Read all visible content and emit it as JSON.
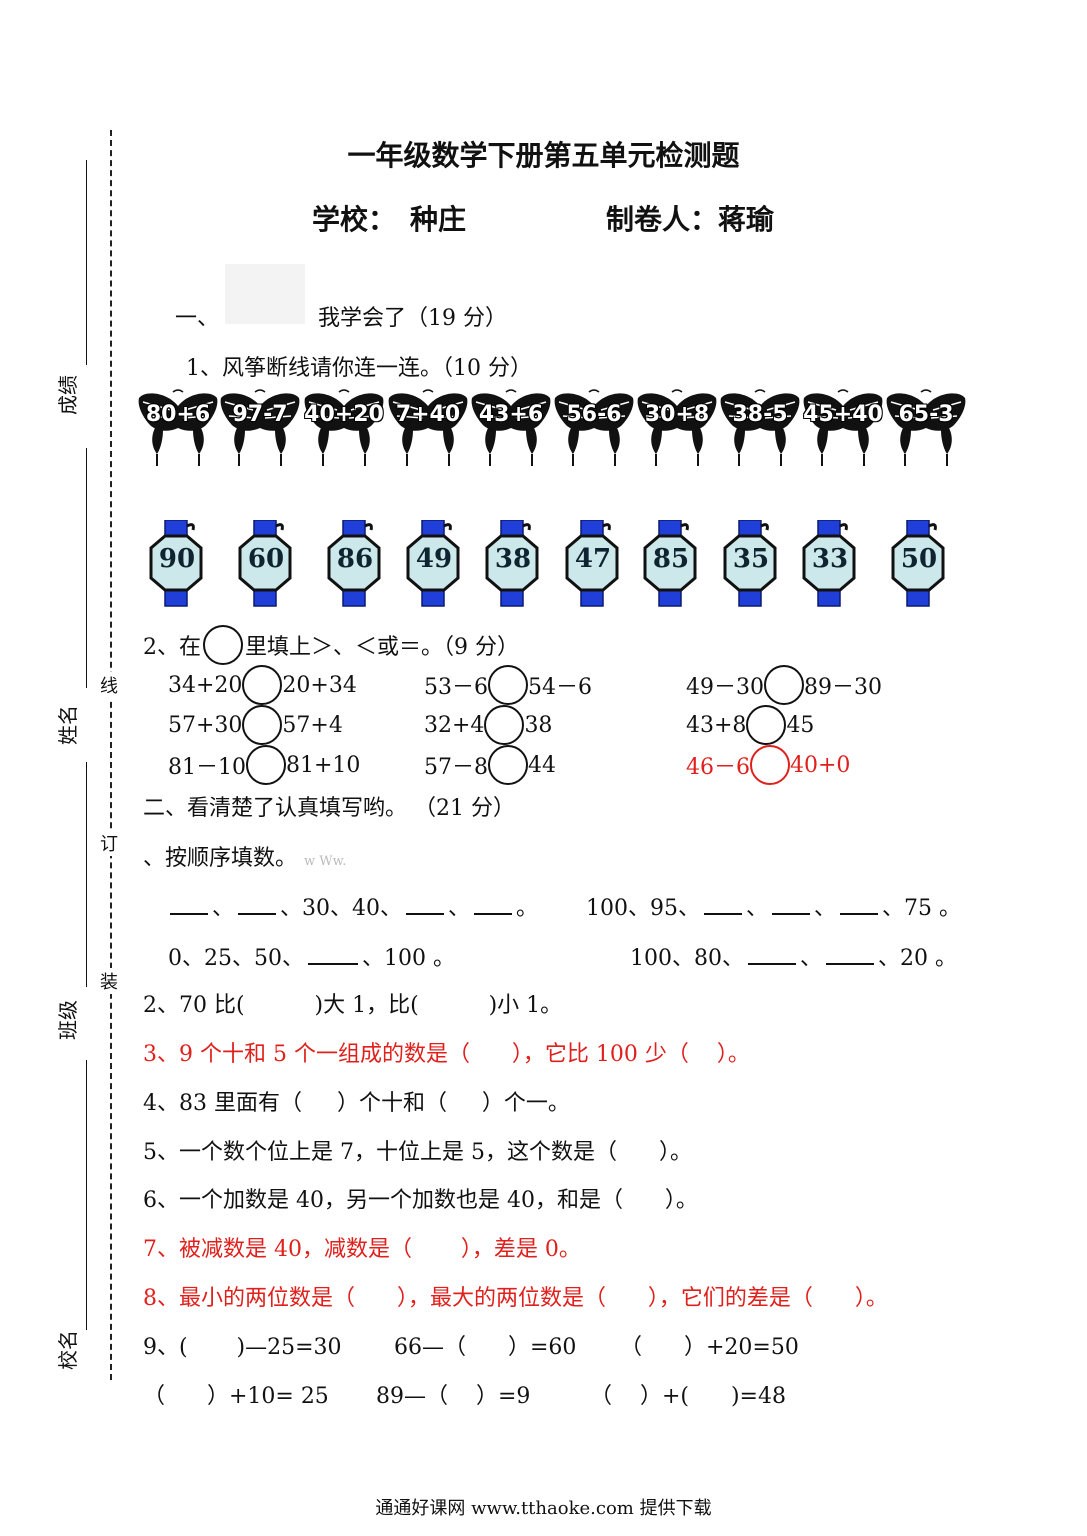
{
  "binding": {
    "labels": [
      "成绩",
      "姓名",
      "班级",
      "校名"
    ],
    "words": [
      "线",
      "订",
      "装"
    ]
  },
  "header": {
    "title": "一年级数学下册第五单元检测题",
    "school_label": "学校：",
    "school_value": "种庄",
    "author_label": "制卷人：",
    "author_value": "蒋瑜"
  },
  "section1": {
    "number": "一、",
    "title": "我学会了（19 分）",
    "q1": "1、风筝断线请你连一连。（10 分）",
    "kites": [
      "80+6",
      "97-7",
      "40+20",
      "7+40",
      "43+6",
      "56-6",
      "30+8",
      "38-5",
      "45+40",
      "65-3"
    ],
    "badges": [
      "90",
      "60",
      "86",
      "49",
      "38",
      "47",
      "85",
      "35",
      "33",
      "50"
    ],
    "q2_prefix": "2、在",
    "q2_suffix": "里填上＞、＜或＝。（9 分）",
    "comparisons": [
      {
        "left": "34+20",
        "right": "20+34"
      },
      {
        "left": "53－6",
        "right": "54－6"
      },
      {
        "left": "49－30",
        "right": "89－30"
      },
      {
        "left": "57+30",
        "right": "57+4"
      },
      {
        "left": "32+4",
        "right": "38"
      },
      {
        "left": "43+8",
        "right": "45"
      },
      {
        "left": "81－10",
        "right": "81+10"
      },
      {
        "left": "57－8",
        "right": "44"
      },
      {
        "left": "46－6",
        "right": "40+0"
      }
    ]
  },
  "section2": {
    "title": "二、看清楚了认真填写哟。 （21 分）",
    "q1": "、按顺序填数。",
    "q1_watermark": "w  Ww.",
    "seq1": {
      "a": "、",
      "b": "、30、40、",
      "c": "、"
    },
    "seq1_end": "。",
    "seq2_start": "100、95、",
    "seq2_sep": "、",
    "seq2_end": "、75 。",
    "seq3_start": "0、25、50、",
    "seq3_end": "、100 。",
    "seq4_start": "100、80、",
    "seq4_sep": "、",
    "seq4_end": "、20 。",
    "q2": "2、70 比(          )大 1，比(          )小 1。",
    "q3": "3、9 个十和 5 个一组成的数是（      ），它比 100 少（    ）。",
    "q4": "4、83 里面有（     ）个十和（     ）个一。",
    "q5": "5、一个数个位上是 7，十位上是 5，这个数是（      ）。",
    "q6": "6、一个加数是 40，另一个加数也是 40，和是（      ）。",
    "q7": "7、被减数是 40，减数是（       ），差是 0。",
    "q8": "8、最小的两位数是（      ），最大的两位数是（      ），它们的差是（      ）。",
    "q9_row1": [
      "9、(       )—25=30",
      "66—（      ）=60",
      "（      ）+20=50"
    ],
    "q9_row2": [
      "（      ）+10= 25",
      "89—（    ）=9",
      "（    ）+(      )=48"
    ]
  },
  "footer": "通通好课网  www.tthaoke.com  提供下载",
  "colors": {
    "accent_red": "#e0201c",
    "badge_blue": "#1f3fd8",
    "badge_fill": "#cde8ea"
  }
}
